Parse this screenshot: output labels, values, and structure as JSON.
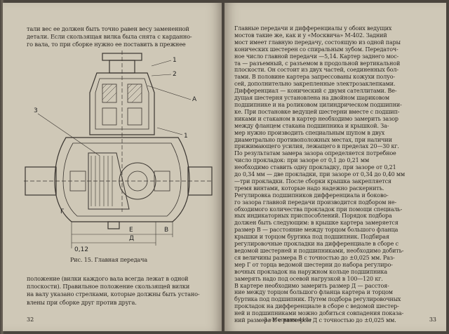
{
  "left_page": {
    "top_lines": [
      "тали вес ее должен быть  точно равен весу замененной",
      "детали. Если скользящая вилка была снята с карданно-",
      "го вала, то при  сборке нужно ее поставить в прежнее"
    ],
    "figure": {
      "caption": "Рис. 15. Главная передача",
      "labels": {
        "l1": "1",
        "l2": "2",
        "l3": "3",
        "lA": "А",
        "lV": "В",
        "lG": "Г",
        "lD": "Д",
        "lE": "Е",
        "lT": "0,12"
      }
    },
    "bottom_lines": [
      "положение (вилки каждого вала  всегда лежат в одной",
      "плоскости). Правильное положение  скользящей вилки",
      "на валу указано стрелками, которые должны быть устано-",
      "влены при сборке друг против друга."
    ],
    "page_number": "32"
  },
  "right_page": {
    "lines": [
      "   Главные передачи и дифференциалы у обоих ведущих",
      "мостов такие же, как  и у «Москвича» М-402. Задний",
      "мост имеет главную передачу, состоящую из одной пары",
      "конических шестерен со спиральным зубом. Передаточ-",
      "ное число главной передачи —5,14. Картер заднего мос-",
      "та — разъемный, с разъемом в продольной вертикальной",
      "плоскости. Он состоит из двух частей, соединенных бол-",
      "тами. В половине картера запрессованы кожухи полуо-",
      "сей, дополнительно закрепленные электрозаклепками.",
      "Дифференциал — конический с двумя сателлитами. Ве-",
      "дущая шестерня установлена на двойном шариковом",
      "подшипнике и на роликовом цилиндрическом подшипни-",
      "ке. При постановке ведущей шестерни вместе с подшип-",
      "никами и стаканом в картер необходимо замерить зазор",
      "между фланцем стакана  подшипника и крышкой. За-",
      "мер нужно производить специальным щупом в двух",
      "диаметрально противоположных местах, при наличии",
      "прижимающего усилия, лежащего в пределах 20—30 кг.",
      "По результатам замера зазора определяется потребное",
      "число прокладок: при зазоре от 0,1 до 0,21 мм",
      "необходимо ставить одну прокладку, при зазоре от 0,21",
      "до 0,34 мм — две прокладки, при зазоре от 0,34 до 0,40 мм",
      "—три прокладки. После сборки крышка  закрепляется",
      "тремя винтами, которые надо надежно раскернить.",
      "   Регулировка подшипников дифференциала и боково-",
      "го зазора главной передачи производится подбором не-",
      "обходимого количества прокладок при помощи специаль-",
      "ных индикаторных приспособлений. Порядок подбора",
      "должен быть следующим: в крышке картера замеряется",
      "размер В — расстояние между торцом большого фланца",
      "крышки и торцом буртика под подшипник. Подбирая",
      "регулировочные прокладки на дифференциале в сборе с",
      "ведомой шестерней и подшипниками, необходимо добить-",
      "ся величины размера В с точностью до ±0,025 мм. Раз-",
      "мер Г от торца ведомой шестерни до набора регулиро-",
      "вочных прокладок на наружном кольце подшипника",
      "замерять надо под осевой нагрузкой в 100—120 кг.",
      "   В картере необходимо замерить размер Д — расстоя-",
      "ние между торцом большого фланца картера и торцом",
      "буртика под подшипник. Путем подбора регулировочных",
      "прокладок на дифференциале в сборе с ведомой шестер-",
      "ней и подшипниками можно добиться совпадения показа-",
      "ний размера Е с размером Д с точностью до ±0,025 мм."
    ],
    "footer": "3 «Москвич-410»",
    "page_number": "33"
  },
  "colors": {
    "paper": "#cfc8b7",
    "ink": "#2a2520",
    "drawing": "#3a3530"
  }
}
